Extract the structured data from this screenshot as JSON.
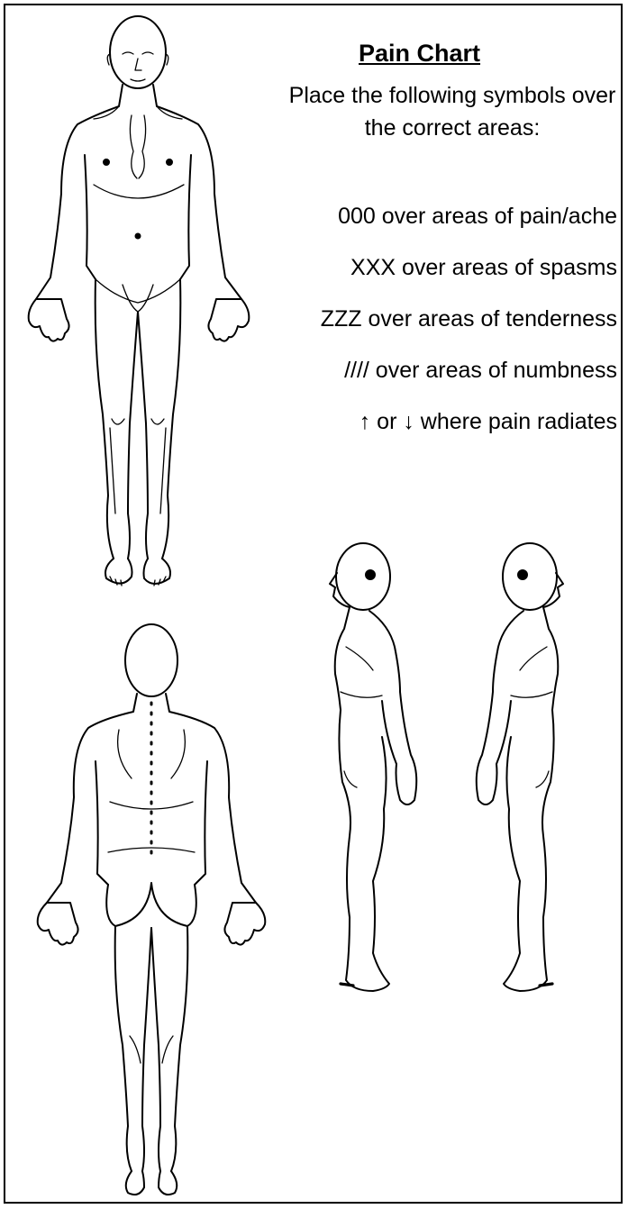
{
  "heading": "Pain Chart",
  "intro": "Place the following symbols over the correct areas:",
  "instructions": [
    "000 over areas of pain/ache",
    "XXX over areas of spasms",
    "ZZZ over areas of tenderness",
    "//// over areas of numbness",
    "↑ or ↓ where pain radiates"
  ],
  "figures": [
    "body-front-view",
    "body-back-view",
    "body-right-side-view",
    "body-left-side-view"
  ],
  "colors": {
    "ink": "#000000",
    "background": "#ffffff"
  }
}
